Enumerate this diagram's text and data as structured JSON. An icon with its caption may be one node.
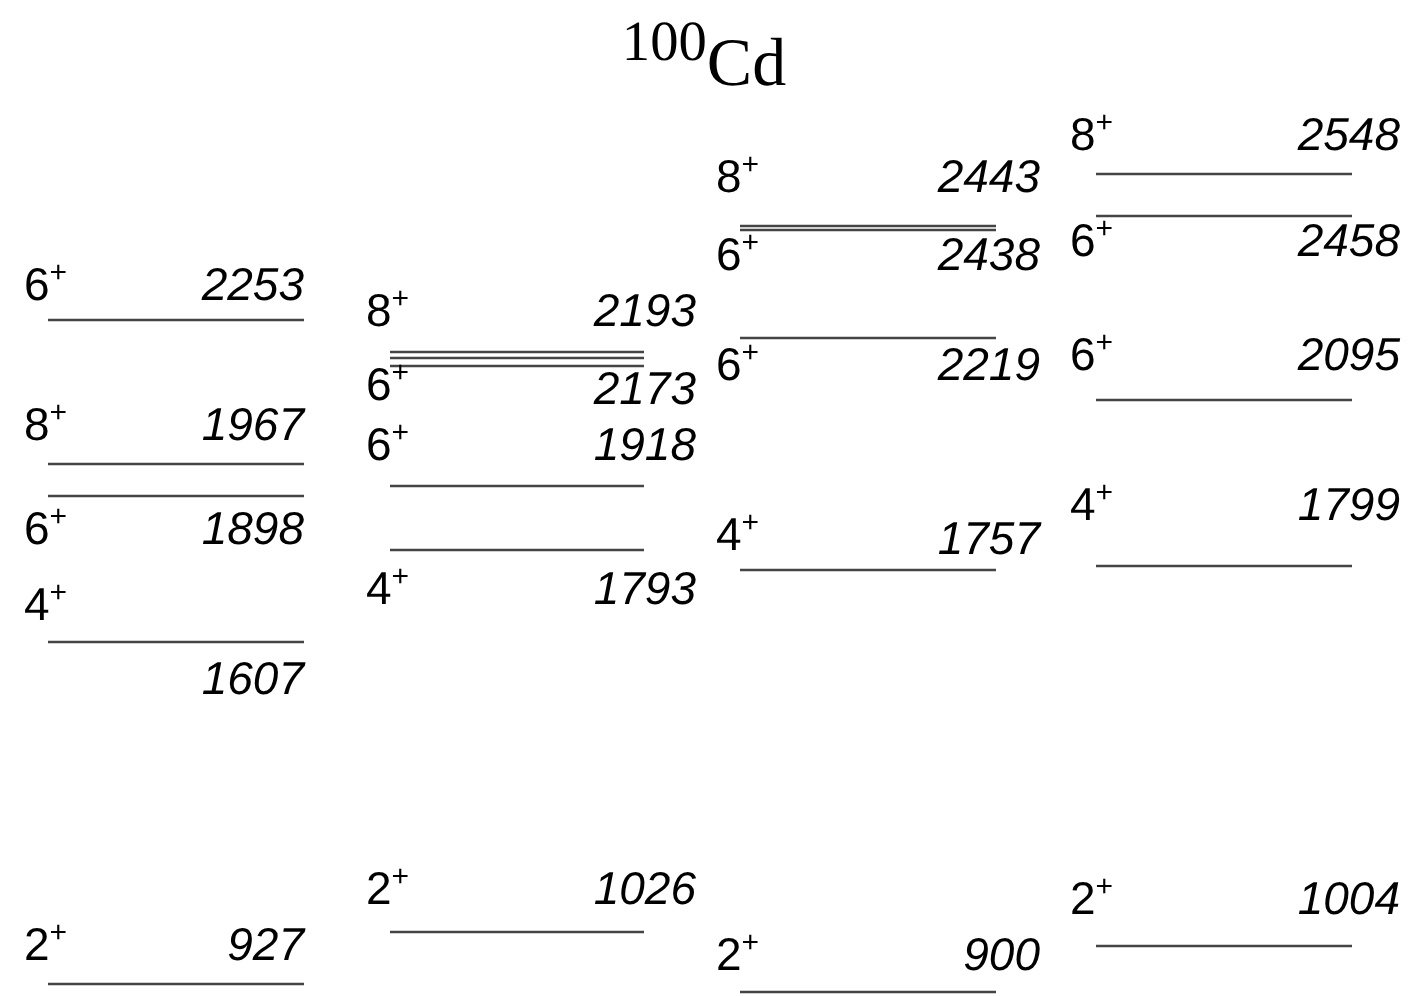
{
  "diagram": {
    "title": "$^{100}$Cd",
    "labels": [
      "6$^{+}$",
      "2253",
      "8$^{+}$",
      "1967",
      "6$^{+}$",
      "1898",
      "4$^{+}$",
      "1607",
      "2$^{+}$",
      "927",
      "8$^{+}$",
      "2193",
      "6$^{+}$",
      "2173",
      "6$^{+}$",
      "1918",
      "4$^{+}$",
      "1793",
      "2$^{+}$",
      "1026",
      "8$^{+}$",
      "2443",
      "6$^{+}$",
      "2438",
      "6$^{+}$",
      "2219",
      "4$^{+}$",
      "1757",
      "2$^{+}$",
      "900",
      "8$^{+}$",
      "2548",
      "6$^{+}$",
      "2458",
      "6$^{+}$",
      "2095",
      "4$^{+}$",
      "1799",
      "2$^{+}$",
      "1004"
    ]
  }
}
